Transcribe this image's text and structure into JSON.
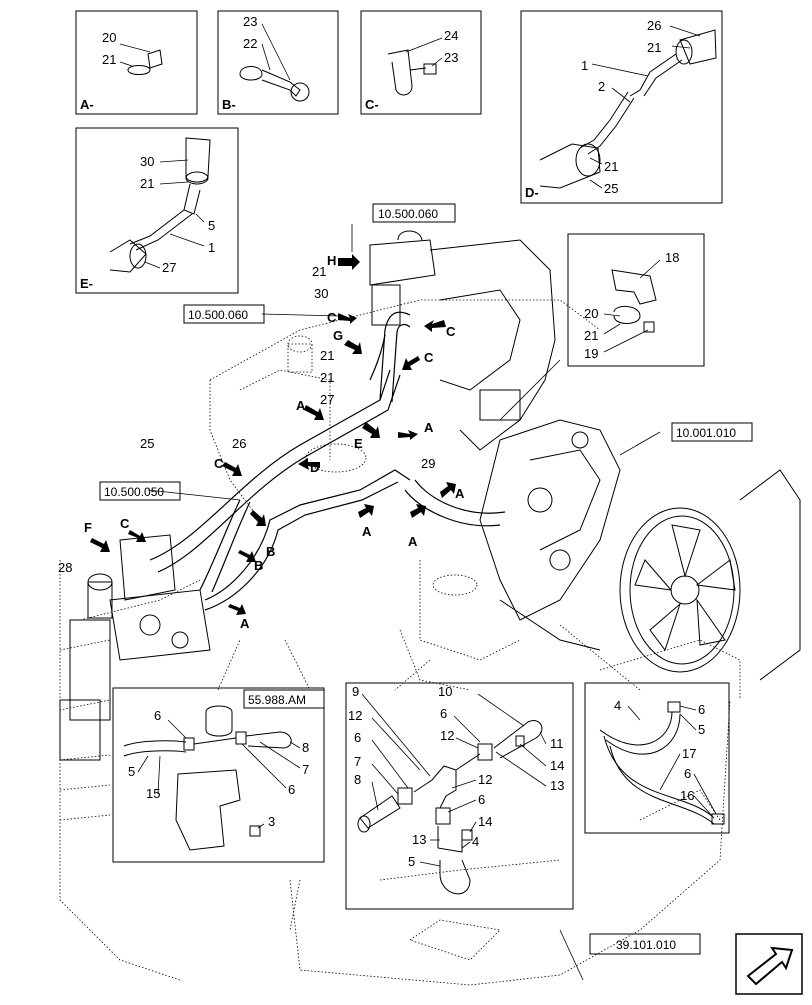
{
  "detail_A": {
    "letter": "A-",
    "labels": [
      "20",
      "21"
    ]
  },
  "detail_B": {
    "letter": "B-",
    "labels": [
      "23",
      "22"
    ]
  },
  "detail_C": {
    "letter": "C-",
    "labels": [
      "24",
      "23"
    ]
  },
  "detail_D": {
    "letter": "D-",
    "labels": [
      "26",
      "21",
      "1",
      "2",
      "21",
      "25"
    ]
  },
  "detail_E": {
    "letter": "E-",
    "labels": [
      "30",
      "21",
      "5",
      "1",
      "27"
    ]
  },
  "detail_top_right": {
    "labels": [
      "18",
      "20",
      "21",
      "19"
    ]
  },
  "refs": {
    "r1": "10.500.060",
    "r2": "10.500.060",
    "r3": "10.500.050",
    "r4": "10.001.010",
    "r5": "55.988.AM",
    "r6": "39.101.010"
  },
  "main_labels": {
    "h": "H",
    "c1": "C",
    "c2": "C",
    "g": "G",
    "c3": "C",
    "n21a": "21",
    "n30": "30",
    "n21b": "21",
    "n21c": "21",
    "n27": "27",
    "a1": "A",
    "a2": "A",
    "n25": "25",
    "n26": "26",
    "c4": "C",
    "d": "D",
    "e": "E",
    "n29": "29",
    "a3": "A",
    "f": "F",
    "c5": "C",
    "b1": "B",
    "b2": "B",
    "n28": "28",
    "a4": "A",
    "a5": "A",
    "a6": "A"
  },
  "inset_left": {
    "labels": [
      "6",
      "8",
      "7",
      "6",
      "5",
      "15",
      "3"
    ]
  },
  "inset_mid": {
    "labels": [
      "9",
      "10",
      "12",
      "6",
      "6",
      "12",
      "11",
      "7",
      "14",
      "8",
      "13",
      "12",
      "6",
      "14",
      "13",
      "4",
      "5"
    ]
  },
  "inset_right": {
    "labels": [
      "4",
      "6",
      "5",
      "17",
      "6",
      "16"
    ]
  }
}
